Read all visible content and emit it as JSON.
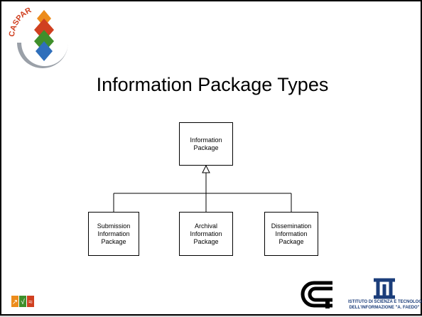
{
  "slide": {
    "title": "Information Package Types",
    "logo_text": "CASPAR",
    "footer_left_icon": "colorful-arrows-logo",
    "footer_right_logo_primary": "cnr-logo",
    "footer_right_logo_secondary_text": "ISTITUTO DI SCIENZA E TECNOLOGIE",
    "footer_right_logo_secondary_subtext": "DELL'INFORMAZIONE \"A. FAEDO\""
  },
  "diagram": {
    "root": "Information Package",
    "children": [
      "Submission Information Package",
      "Archival Information Package",
      "Dissemination Information Package"
    ]
  },
  "colors": {
    "caspar_green": "#3f8f2b",
    "caspar_red": "#d04020",
    "caspar_orange": "#ec8c1c",
    "caspar_blue": "#2f6fbb",
    "caspar_gray": "#9aa0a8",
    "isti_blue": "#1b3d7a"
  }
}
